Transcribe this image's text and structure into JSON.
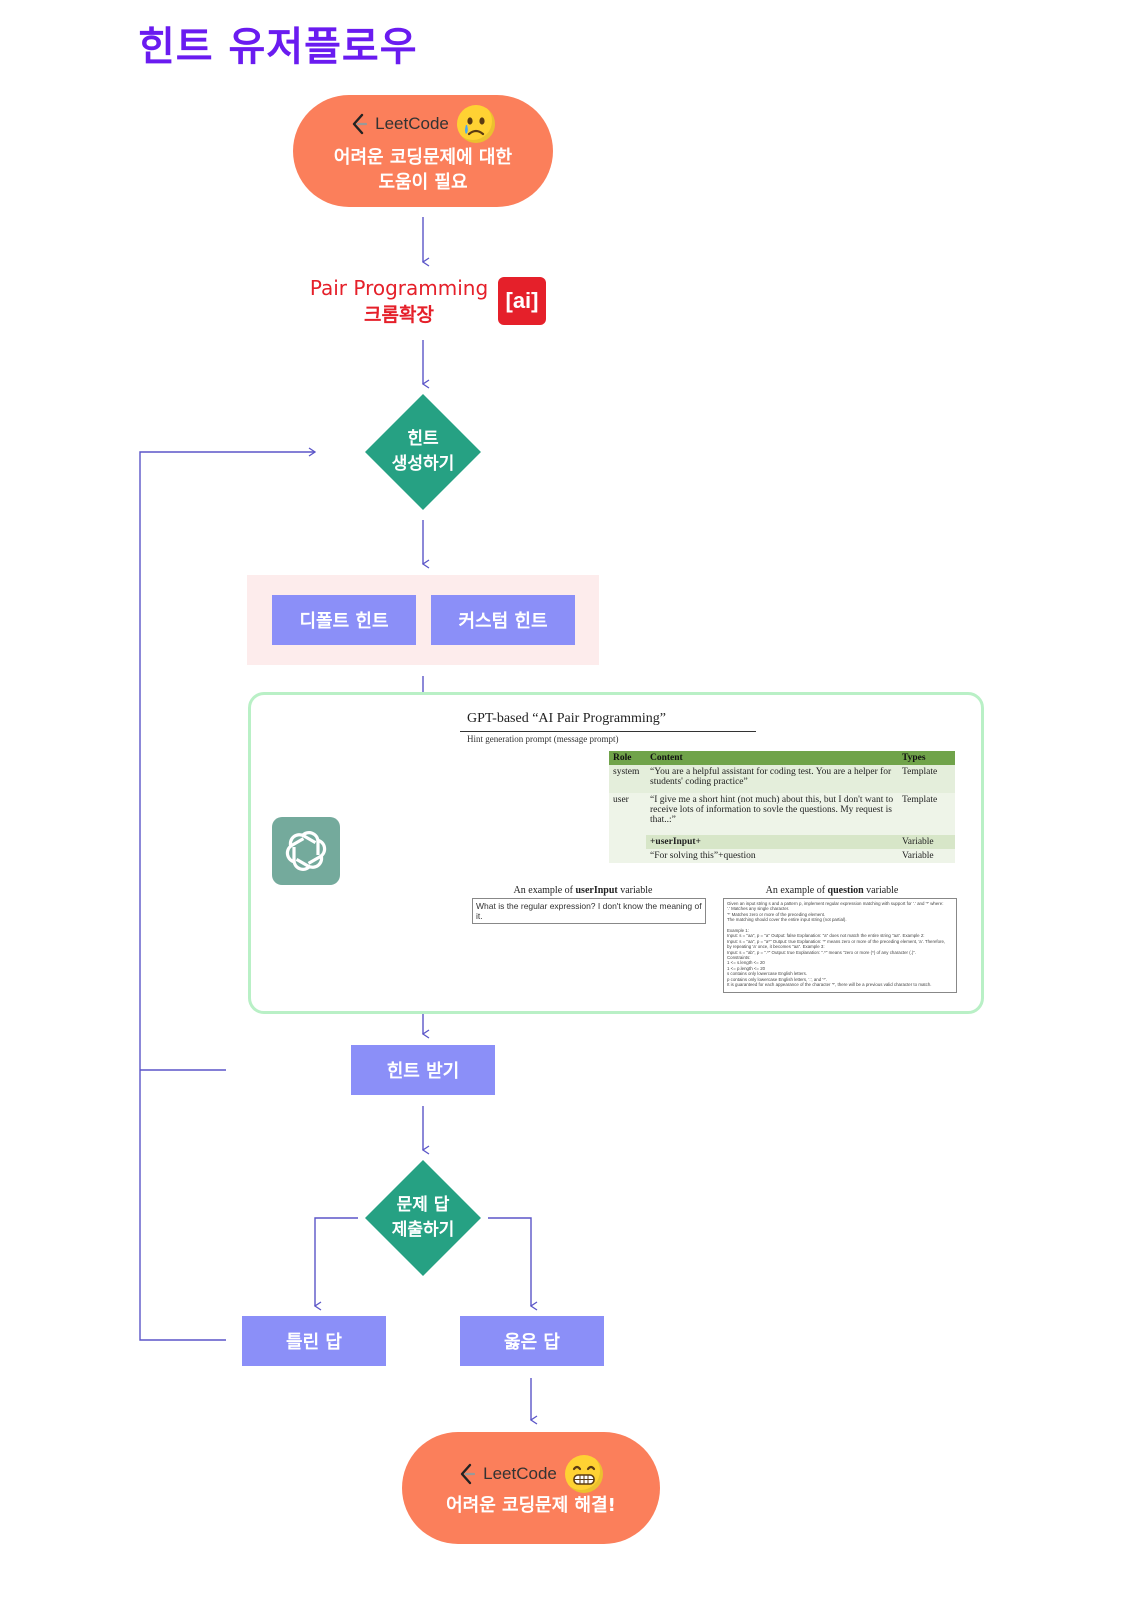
{
  "title": "힌트 유저플로우",
  "start": {
    "brand": "LeetCode",
    "emoji": "crying-face",
    "line1": "어려운 코딩문제에 대한",
    "line2": "도움이 필요"
  },
  "extension": {
    "line1": "Pair Programming",
    "line2": "크롬확장",
    "badge": "[ai]"
  },
  "generate": {
    "line1": "힌트",
    "line2": "생성하기"
  },
  "hint_types": {
    "default": "디폴트 힌트",
    "custom": "커스텀 힌트"
  },
  "gpt_panel": {
    "title": "GPT-based “AI Pair Programming”",
    "subtitle": "Hint generation prompt (message prompt)",
    "headers": [
      "Role",
      "Content",
      "Types"
    ],
    "rows": [
      {
        "role": "system",
        "content": "“You are a helpful assistant for coding test. You are a helper for students' coding practice”",
        "type": "Template"
      },
      {
        "role": "user",
        "content": "“I give me a short hint (not much) about this, but I don't want to receive lots of information to sovle the questions. My request is that..:”",
        "type": "Template"
      },
      {
        "role": "",
        "content": "+userInput+",
        "type": "Variable"
      },
      {
        "role": "",
        "content": "“For solving this”+question",
        "type": "Variable"
      }
    ],
    "ex1_caption_pre": "An example of ",
    "ex1_caption_bold": "userInput",
    "ex1_caption_post": " variable",
    "ex1_text": "What is the regular expression? I don't know the meaning of it.",
    "ex2_caption_pre": "An example of ",
    "ex2_caption_bold": "question",
    "ex2_caption_post": " variable",
    "ex2_lines": [
      "Given an input string s and a pattern p, implement regular expression matching with support for '.' and '*' where:",
      "'.' Matches any single character.",
      "'*' Matches zero or more of the preceding element.",
      "The matching should cover the entire input string (not partial).",
      "",
      "Example 1:",
      "Input: s = \"aa\", p = \"a\" Output: false Explanation: \"a\" does not match the entire string \"aa\". Example 2:",
      "Input: s = \"aa\", p = \"a*\" Output: true Explanation: '*' means zero or more of the preceding element, 'a'. Therefore,",
      "by repeating 'a' once, it becomes \"aa\". Example 3:",
      "Input: s = \"ab\", p = \".*\" Output: true Explanation: \".*\" means \"zero or more (*) of any character (.)\".",
      "Constraints:",
      "1 <= s.length <= 20",
      "1 <= p.length <= 20",
      "s contains only lowercase English letters.",
      "p contains only lowercase English letters, '.', and '*'.",
      "It is guaranteed for each appearance of the character '*', there will be a previous valid character to match."
    ]
  },
  "receive": "힌트 받기",
  "submit": {
    "line1": "문제 답",
    "line2": "제출하기"
  },
  "wrong": "틀린 답",
  "right": "옳은 답",
  "end": {
    "brand": "LeetCode",
    "emoji": "grinning-face",
    "line1": "어려운 코딩문제 해결!"
  },
  "colors": {
    "title": "#6a1bf0",
    "pill": "#fb7f5b",
    "diamond": "#26a183",
    "box": "#8b8ff8",
    "arrow": "#5b55c8",
    "red": "#e5202a"
  }
}
